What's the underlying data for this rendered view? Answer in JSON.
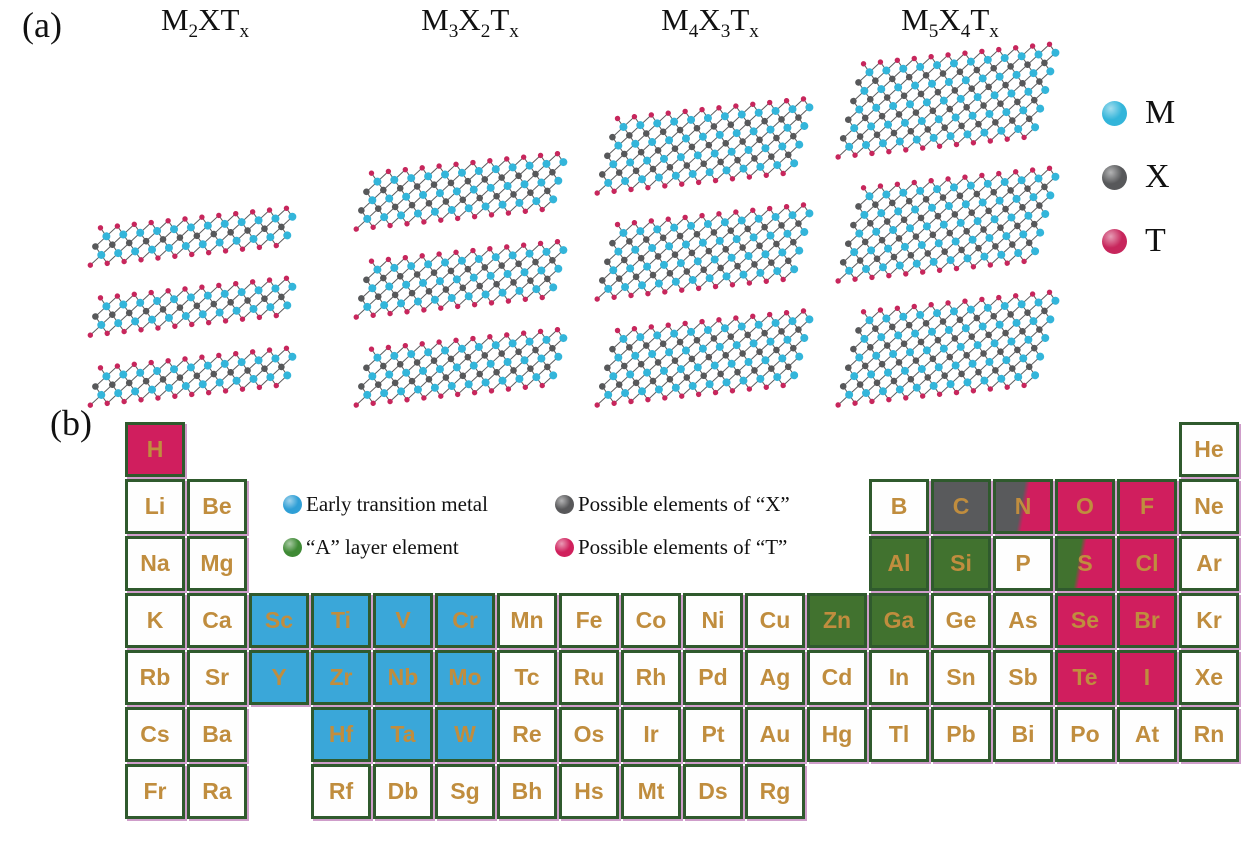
{
  "panel_a": {
    "label": "(a)",
    "formulas": [
      {
        "segments": [
          {
            "t": "M"
          },
          {
            "t": "2",
            "sub": true
          },
          {
            "t": "XT"
          },
          {
            "t": "x",
            "sub": true
          }
        ],
        "m_layers": 2
      },
      {
        "segments": [
          {
            "t": "M"
          },
          {
            "t": "3",
            "sub": true
          },
          {
            "t": "X"
          },
          {
            "t": "2",
            "sub": true
          },
          {
            "t": "T"
          },
          {
            "t": "x",
            "sub": true
          }
        ],
        "m_layers": 3
      },
      {
        "segments": [
          {
            "t": "M"
          },
          {
            "t": "4",
            "sub": true
          },
          {
            "t": "X"
          },
          {
            "t": "3",
            "sub": true
          },
          {
            "t": "T"
          },
          {
            "t": "x",
            "sub": true
          }
        ],
        "m_layers": 4
      },
      {
        "segments": [
          {
            "t": "M"
          },
          {
            "t": "5",
            "sub": true
          },
          {
            "t": "X"
          },
          {
            "t": "4",
            "sub": true
          },
          {
            "t": "T"
          },
          {
            "t": "x",
            "sub": true
          }
        ],
        "m_layers": 5
      }
    ],
    "atom_colors": {
      "M": "#33b5da",
      "X": "#57585a",
      "T": "#c7265c"
    },
    "legend": [
      {
        "symbol": "M",
        "color": "#33b5da"
      },
      {
        "symbol": "X",
        "color": "#57585a"
      },
      {
        "symbol": "T",
        "color": "#c7265c"
      }
    ]
  },
  "panel_b": {
    "label": "(b)",
    "legend": [
      {
        "label": "Early transition metal",
        "color": "#2f9fd6",
        "category": "early-transition-metal"
      },
      {
        "label": "Possible elements of “X”",
        "color": "#58585a",
        "category": "x-elements"
      },
      {
        "label": "“A” layer element",
        "color": "#3f8a35",
        "category": "a-layer-element"
      },
      {
        "label": "Possible elements of “T”",
        "color": "#d0205c",
        "category": "t-elements"
      }
    ],
    "fill_colors": {
      "blue": "#3aa7d9",
      "green": "#41722f",
      "gray": "#595a5c",
      "pink": "#d01e5e",
      "normal": "#ffffff"
    },
    "elements": [
      {
        "symbol": "H",
        "row": 1,
        "col": 1,
        "fill": "pink"
      },
      {
        "symbol": "He",
        "row": 1,
        "col": 18,
        "fill": "normal"
      },
      {
        "symbol": "Li",
        "row": 2,
        "col": 1,
        "fill": "normal"
      },
      {
        "symbol": "Be",
        "row": 2,
        "col": 2,
        "fill": "normal"
      },
      {
        "symbol": "B",
        "row": 2,
        "col": 13,
        "fill": "normal"
      },
      {
        "symbol": "C",
        "row": 2,
        "col": 14,
        "fill": "gray"
      },
      {
        "symbol": "N",
        "row": 2,
        "col": 15,
        "fill": "gray-pink"
      },
      {
        "symbol": "O",
        "row": 2,
        "col": 16,
        "fill": "pink"
      },
      {
        "symbol": "F",
        "row": 2,
        "col": 17,
        "fill": "pink"
      },
      {
        "symbol": "Ne",
        "row": 2,
        "col": 18,
        "fill": "normal"
      },
      {
        "symbol": "Na",
        "row": 3,
        "col": 1,
        "fill": "normal"
      },
      {
        "symbol": "Mg",
        "row": 3,
        "col": 2,
        "fill": "normal"
      },
      {
        "symbol": "Al",
        "row": 3,
        "col": 13,
        "fill": "green"
      },
      {
        "symbol": "Si",
        "row": 3,
        "col": 14,
        "fill": "green"
      },
      {
        "symbol": "P",
        "row": 3,
        "col": 15,
        "fill": "normal"
      },
      {
        "symbol": "S",
        "row": 3,
        "col": 16,
        "fill": "green-pink"
      },
      {
        "symbol": "Cl",
        "row": 3,
        "col": 17,
        "fill": "pink"
      },
      {
        "symbol": "Ar",
        "row": 3,
        "col": 18,
        "fill": "normal"
      },
      {
        "symbol": "K",
        "row": 4,
        "col": 1,
        "fill": "normal"
      },
      {
        "symbol": "Ca",
        "row": 4,
        "col": 2,
        "fill": "normal"
      },
      {
        "symbol": "Sc",
        "row": 4,
        "col": 3,
        "fill": "blue"
      },
      {
        "symbol": "Ti",
        "row": 4,
        "col": 4,
        "fill": "blue"
      },
      {
        "symbol": "V",
        "row": 4,
        "col": 5,
        "fill": "blue"
      },
      {
        "symbol": "Cr",
        "row": 4,
        "col": 6,
        "fill": "blue"
      },
      {
        "symbol": "Mn",
        "row": 4,
        "col": 7,
        "fill": "normal"
      },
      {
        "symbol": "Fe",
        "row": 4,
        "col": 8,
        "fill": "normal"
      },
      {
        "symbol": "Co",
        "row": 4,
        "col": 9,
        "fill": "normal"
      },
      {
        "symbol": "Ni",
        "row": 4,
        "col": 10,
        "fill": "normal"
      },
      {
        "symbol": "Cu",
        "row": 4,
        "col": 11,
        "fill": "normal"
      },
      {
        "symbol": "Zn",
        "row": 4,
        "col": 12,
        "fill": "green"
      },
      {
        "symbol": "Ga",
        "row": 4,
        "col": 13,
        "fill": "green"
      },
      {
        "symbol": "Ge",
        "row": 4,
        "col": 14,
        "fill": "normal"
      },
      {
        "symbol": "As",
        "row": 4,
        "col": 15,
        "fill": "normal"
      },
      {
        "symbol": "Se",
        "row": 4,
        "col": 16,
        "fill": "pink"
      },
      {
        "symbol": "Br",
        "row": 4,
        "col": 17,
        "fill": "pink"
      },
      {
        "symbol": "Kr",
        "row": 4,
        "col": 18,
        "fill": "normal"
      },
      {
        "symbol": "Rb",
        "row": 5,
        "col": 1,
        "fill": "normal"
      },
      {
        "symbol": "Sr",
        "row": 5,
        "col": 2,
        "fill": "normal"
      },
      {
        "symbol": "Y",
        "row": 5,
        "col": 3,
        "fill": "blue"
      },
      {
        "symbol": "Zr",
        "row": 5,
        "col": 4,
        "fill": "blue"
      },
      {
        "symbol": "Nb",
        "row": 5,
        "col": 5,
        "fill": "blue"
      },
      {
        "symbol": "Mo",
        "row": 5,
        "col": 6,
        "fill": "blue"
      },
      {
        "symbol": "Tc",
        "row": 5,
        "col": 7,
        "fill": "normal"
      },
      {
        "symbol": "Ru",
        "row": 5,
        "col": 8,
        "fill": "normal"
      },
      {
        "symbol": "Rh",
        "row": 5,
        "col": 9,
        "fill": "normal"
      },
      {
        "symbol": "Pd",
        "row": 5,
        "col": 10,
        "fill": "normal"
      },
      {
        "symbol": "Ag",
        "row": 5,
        "col": 11,
        "fill": "normal"
      },
      {
        "symbol": "Cd",
        "row": 5,
        "col": 12,
        "fill": "normal"
      },
      {
        "symbol": "In",
        "row": 5,
        "col": 13,
        "fill": "normal"
      },
      {
        "symbol": "Sn",
        "row": 5,
        "col": 14,
        "fill": "normal"
      },
      {
        "symbol": "Sb",
        "row": 5,
        "col": 15,
        "fill": "normal"
      },
      {
        "symbol": "Te",
        "row": 5,
        "col": 16,
        "fill": "pink"
      },
      {
        "symbol": "I",
        "row": 5,
        "col": 17,
        "fill": "pink"
      },
      {
        "symbol": "Xe",
        "row": 5,
        "col": 18,
        "fill": "normal"
      },
      {
        "symbol": "Cs",
        "row": 6,
        "col": 1,
        "fill": "normal"
      },
      {
        "symbol": "Ba",
        "row": 6,
        "col": 2,
        "fill": "normal"
      },
      {
        "symbol": "Hf",
        "row": 6,
        "col": 4,
        "fill": "blue"
      },
      {
        "symbol": "Ta",
        "row": 6,
        "col": 5,
        "fill": "blue"
      },
      {
        "symbol": "W",
        "row": 6,
        "col": 6,
        "fill": "blue"
      },
      {
        "symbol": "Re",
        "row": 6,
        "col": 7,
        "fill": "normal"
      },
      {
        "symbol": "Os",
        "row": 6,
        "col": 8,
        "fill": "normal"
      },
      {
        "symbol": "Ir",
        "row": 6,
        "col": 9,
        "fill": "normal"
      },
      {
        "symbol": "Pt",
        "row": 6,
        "col": 10,
        "fill": "normal"
      },
      {
        "symbol": "Au",
        "row": 6,
        "col": 11,
        "fill": "normal"
      },
      {
        "symbol": "Hg",
        "row": 6,
        "col": 12,
        "fill": "normal"
      },
      {
        "symbol": "Tl",
        "row": 6,
        "col": 13,
        "fill": "normal"
      },
      {
        "symbol": "Pb",
        "row": 6,
        "col": 14,
        "fill": "normal"
      },
      {
        "symbol": "Bi",
        "row": 6,
        "col": 15,
        "fill": "normal"
      },
      {
        "symbol": "Po",
        "row": 6,
        "col": 16,
        "fill": "normal"
      },
      {
        "symbol": "At",
        "row": 6,
        "col": 17,
        "fill": "normal"
      },
      {
        "symbol": "Rn",
        "row": 6,
        "col": 18,
        "fill": "normal"
      },
      {
        "symbol": "Fr",
        "row": 7,
        "col": 1,
        "fill": "normal"
      },
      {
        "symbol": "Ra",
        "row": 7,
        "col": 2,
        "fill": "normal"
      },
      {
        "symbol": "Rf",
        "row": 7,
        "col": 4,
        "fill": "normal"
      },
      {
        "symbol": "Db",
        "row": 7,
        "col": 5,
        "fill": "normal"
      },
      {
        "symbol": "Sg",
        "row": 7,
        "col": 6,
        "fill": "normal"
      },
      {
        "symbol": "Bh",
        "row": 7,
        "col": 7,
        "fill": "normal"
      },
      {
        "symbol": "Hs",
        "row": 7,
        "col": 8,
        "fill": "normal"
      },
      {
        "symbol": "Mt",
        "row": 7,
        "col": 9,
        "fill": "normal"
      },
      {
        "symbol": "Ds",
        "row": 7,
        "col": 10,
        "fill": "normal"
      },
      {
        "symbol": "Rg",
        "row": 7,
        "col": 11,
        "fill": "normal"
      }
    ]
  }
}
